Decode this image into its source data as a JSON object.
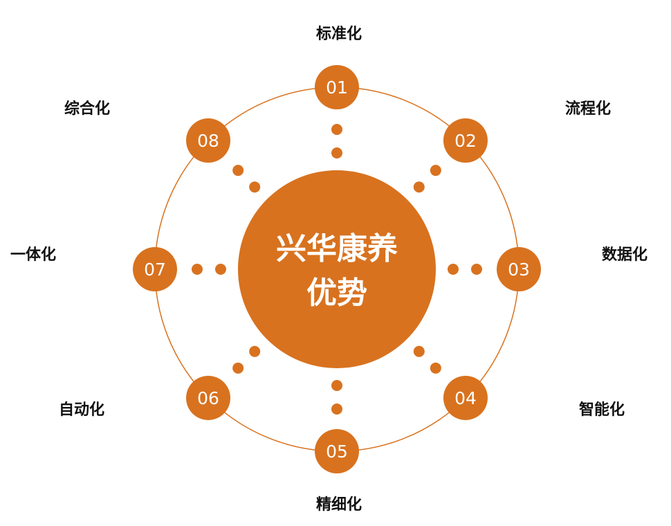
{
  "center": {
    "line1": "兴华康养",
    "line2": "优势"
  },
  "items": [
    {
      "number": "01",
      "label": "标准化"
    },
    {
      "number": "02",
      "label": "流程化"
    },
    {
      "number": "03",
      "label": "数据化"
    },
    {
      "number": "04",
      "label": "智能化"
    },
    {
      "number": "05",
      "label": "精细化"
    },
    {
      "number": "06",
      "label": "自动化"
    },
    {
      "number": "07",
      "label": "一体化"
    },
    {
      "number": "08",
      "label": "综合化"
    }
  ],
  "colors": {
    "accent": "#D8721F",
    "text": "#111111"
  }
}
